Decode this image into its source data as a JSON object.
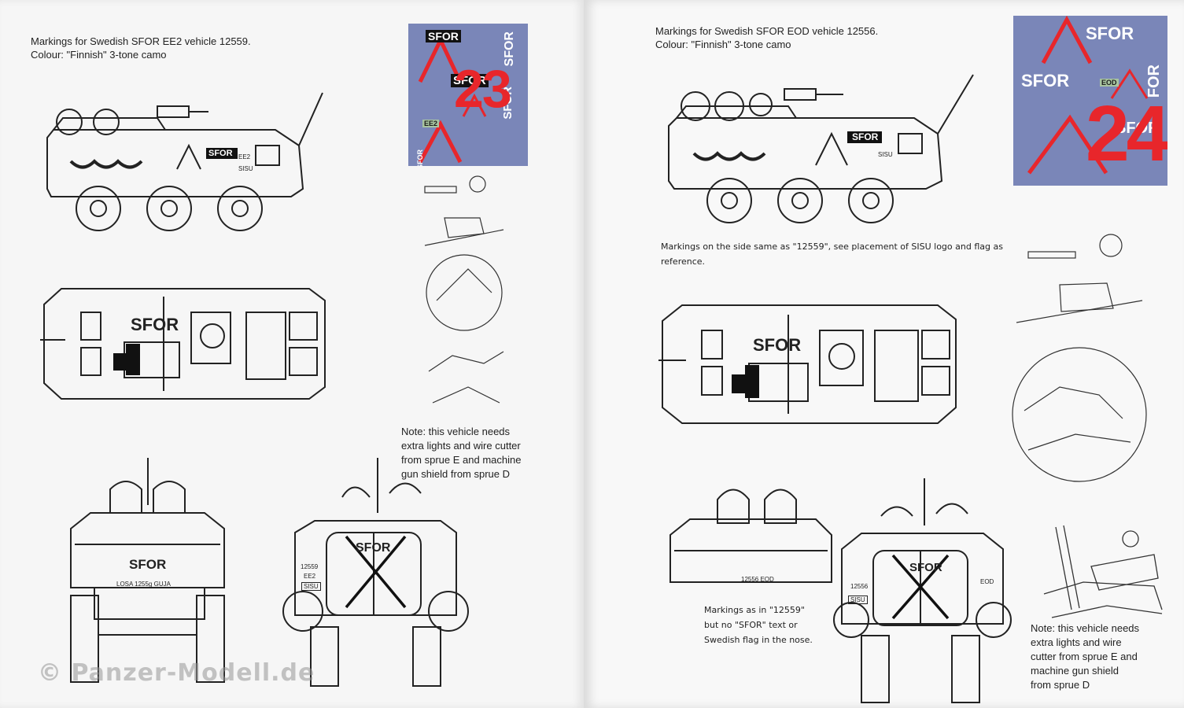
{
  "left_page": {
    "header_line1": "Markings for Swedish SFOR EE2 vehicle 12559.",
    "header_line2": "Colour: \"Finnish\" 3-tone camo",
    "decal_sheet": {
      "sfor_black": "SFOR",
      "sfor_side": "SFOR",
      "sfor_small": "SFOR",
      "sfor_vertical": "SFOR",
      "number": "23",
      "ee2": "EE2",
      "sfor_bottom": "SFOR"
    },
    "side_view_labels": {
      "sfor": "SFOR",
      "ee2": "EE2",
      "sisu": "SISU"
    },
    "top_view_label": "SFOR",
    "note": [
      "Note: this vehicle needs",
      "extra lights and wire cutter",
      "from sprue E and machine",
      "gun shield from sprue D"
    ],
    "front_view": {
      "sfor": "SFOR",
      "plate": "LOSA  1255g  GUJA"
    },
    "rear_view": {
      "sfor": "SFOR",
      "num": "12559",
      "ee2": "EE2",
      "sisu": "SISU"
    }
  },
  "right_page": {
    "header_line1": "Markings for Swedish SFOR EOD vehicle 12556.",
    "header_line2": "Colour: \"Finnish\" 3-tone camo",
    "decal_sheet": {
      "sfor_top": "SFOR",
      "sfor_left": "SFOR",
      "sfor_vertical": "FOR",
      "sfor_bottom": "SFOR",
      "number": "24",
      "eod": "EOD"
    },
    "side_view_labels": {
      "sfor": "SFOR",
      "sisu": "SISU"
    },
    "side_note_line1": "Markings on the side same as \"12559\", see placement of SISU logo and flag as",
    "side_note_line2": "reference.",
    "top_view_label": "SFOR",
    "front_view": {
      "plate": "12556  EOD"
    },
    "rear_view": {
      "sfor": "SFOR",
      "num": "12556",
      "eod": "EOD",
      "sisu": "SISU"
    },
    "markings_note": [
      "Markings as in \"12559\"",
      "but no \"SFOR\" text or",
      "Swedish flag in the nose."
    ],
    "note": [
      "Note: this vehicle needs",
      "extra lights and wire",
      "cutter from sprue E and",
      "machine gun shield",
      "from sprue D"
    ]
  },
  "watermark": "© Panzer-Modell.de",
  "colors": {
    "decal_bg": "#7a86b8",
    "decal_red": "#e8262b",
    "line": "#222222"
  }
}
